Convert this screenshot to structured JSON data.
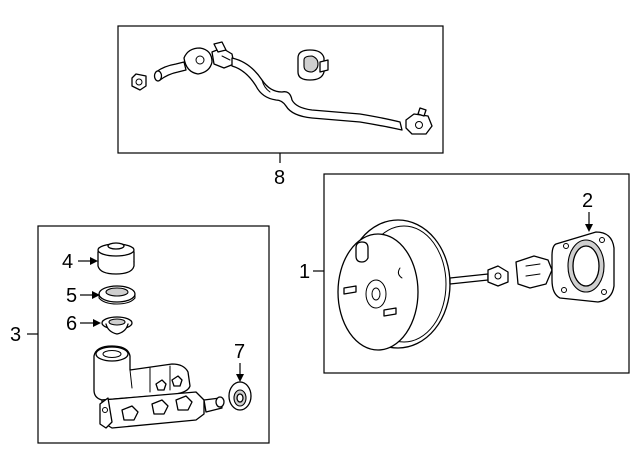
{
  "callouts": {
    "c1": "1",
    "c2": "2",
    "c3": "3",
    "c4": "4",
    "c5": "5",
    "c6": "6",
    "c7": "7",
    "c8": "8"
  },
  "parts": [
    {
      "id": "1",
      "name": "brake-booster"
    },
    {
      "id": "2",
      "name": "booster-gasket"
    },
    {
      "id": "3",
      "name": "master-cylinder-assembly"
    },
    {
      "id": "4",
      "name": "reservoir-cap"
    },
    {
      "id": "5",
      "name": "cap-seal"
    },
    {
      "id": "6",
      "name": "strainer"
    },
    {
      "id": "7",
      "name": "grommet"
    },
    {
      "id": "8",
      "name": "vacuum-hose"
    }
  ]
}
